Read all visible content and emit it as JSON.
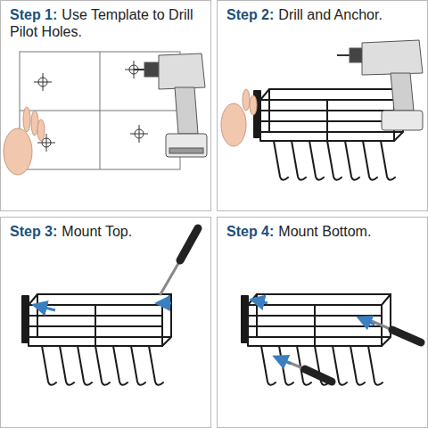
{
  "diagram": {
    "nodes": [
      {
        "text": [
          "Step 1:",
          "Use Template to Drill Pilot Holes."
        ]
      },
      {
        "text": [
          "Step 2:",
          "Drill and Anchor."
        ]
      },
      {
        "text": [
          "Step 3:",
          "Mount Top."
        ]
      },
      {
        "text": [
          "Step 4:",
          "Mount Bottom."
        ]
      }
    ]
  }
}
